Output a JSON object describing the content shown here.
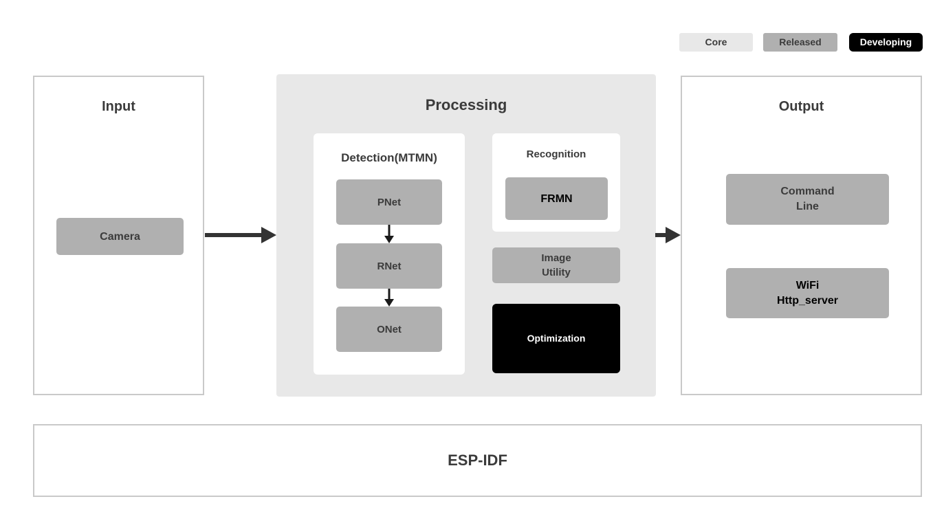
{
  "legend": {
    "items": [
      {
        "label": "Core",
        "status": "core"
      },
      {
        "label": "Released",
        "status": "released"
      },
      {
        "label": "Developing",
        "status": "developing"
      }
    ]
  },
  "panels": {
    "input": {
      "title": "Input",
      "camera_label": "Camera"
    },
    "processing": {
      "title": "Processing",
      "detection": {
        "title": "Detection(MTMN)",
        "nodes": [
          "PNet",
          "RNet",
          "ONet"
        ]
      },
      "recognition": {
        "title": "Recognition",
        "node": "FRMN"
      },
      "image_utility": {
        "line1": "Image",
        "line2": "Utility"
      },
      "optimization": {
        "label": "Optimization"
      }
    },
    "output": {
      "title": "Output",
      "nodes": [
        {
          "line1": "Command",
          "line2": "Line"
        },
        {
          "line1": "WiFi",
          "line2": "Http_server"
        }
      ]
    },
    "foundation": {
      "title": "ESP-IDF"
    }
  },
  "colors": {
    "bg": "#ffffff",
    "light_gray": "#e8e8e8",
    "mid_gray": "#b0b0b0",
    "black": "#000000",
    "border_gray": "#c9c9c9",
    "text_dark": "#3b3b3b",
    "text_black": "#000000",
    "text_white": "#ffffff",
    "arrow_dark": "#333333",
    "arrow_black": "#1a1a1a"
  }
}
